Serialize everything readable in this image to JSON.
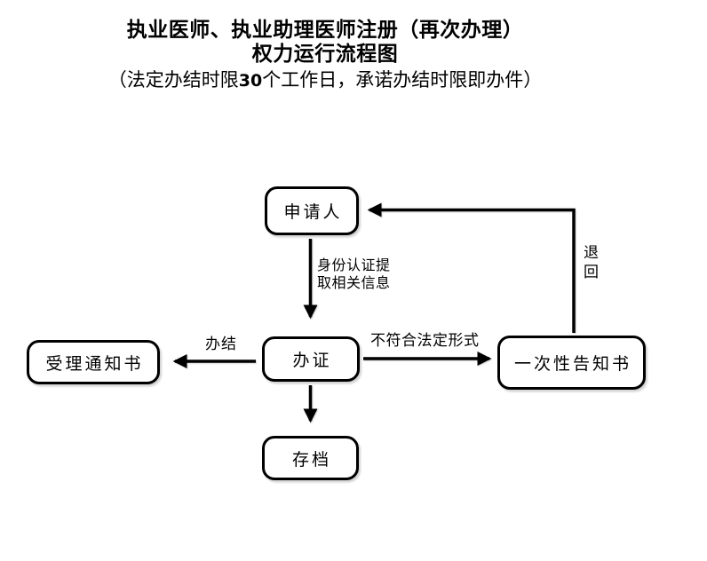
{
  "title": {
    "line1": "执业医师、执业助理医师注册（再次办理）",
    "line2": "权力运行流程图",
    "note_prefix": "（法定办结时限",
    "note_number": "30",
    "note_suffix": "个工作日，承诺办结时限即办件）"
  },
  "nodes": {
    "applicant": "申请人",
    "handle": "办证",
    "acceptance": "受理通知书",
    "one_time_notice": "一次性告知书",
    "archive": "存档"
  },
  "edge_labels": {
    "identity": "身份认证提取相关信息",
    "finish": "办结",
    "nonconform": "不符合法定形式",
    "return": "退回"
  },
  "colors": {
    "line": "#000000",
    "background": "#ffffff",
    "text": "#000000"
  }
}
